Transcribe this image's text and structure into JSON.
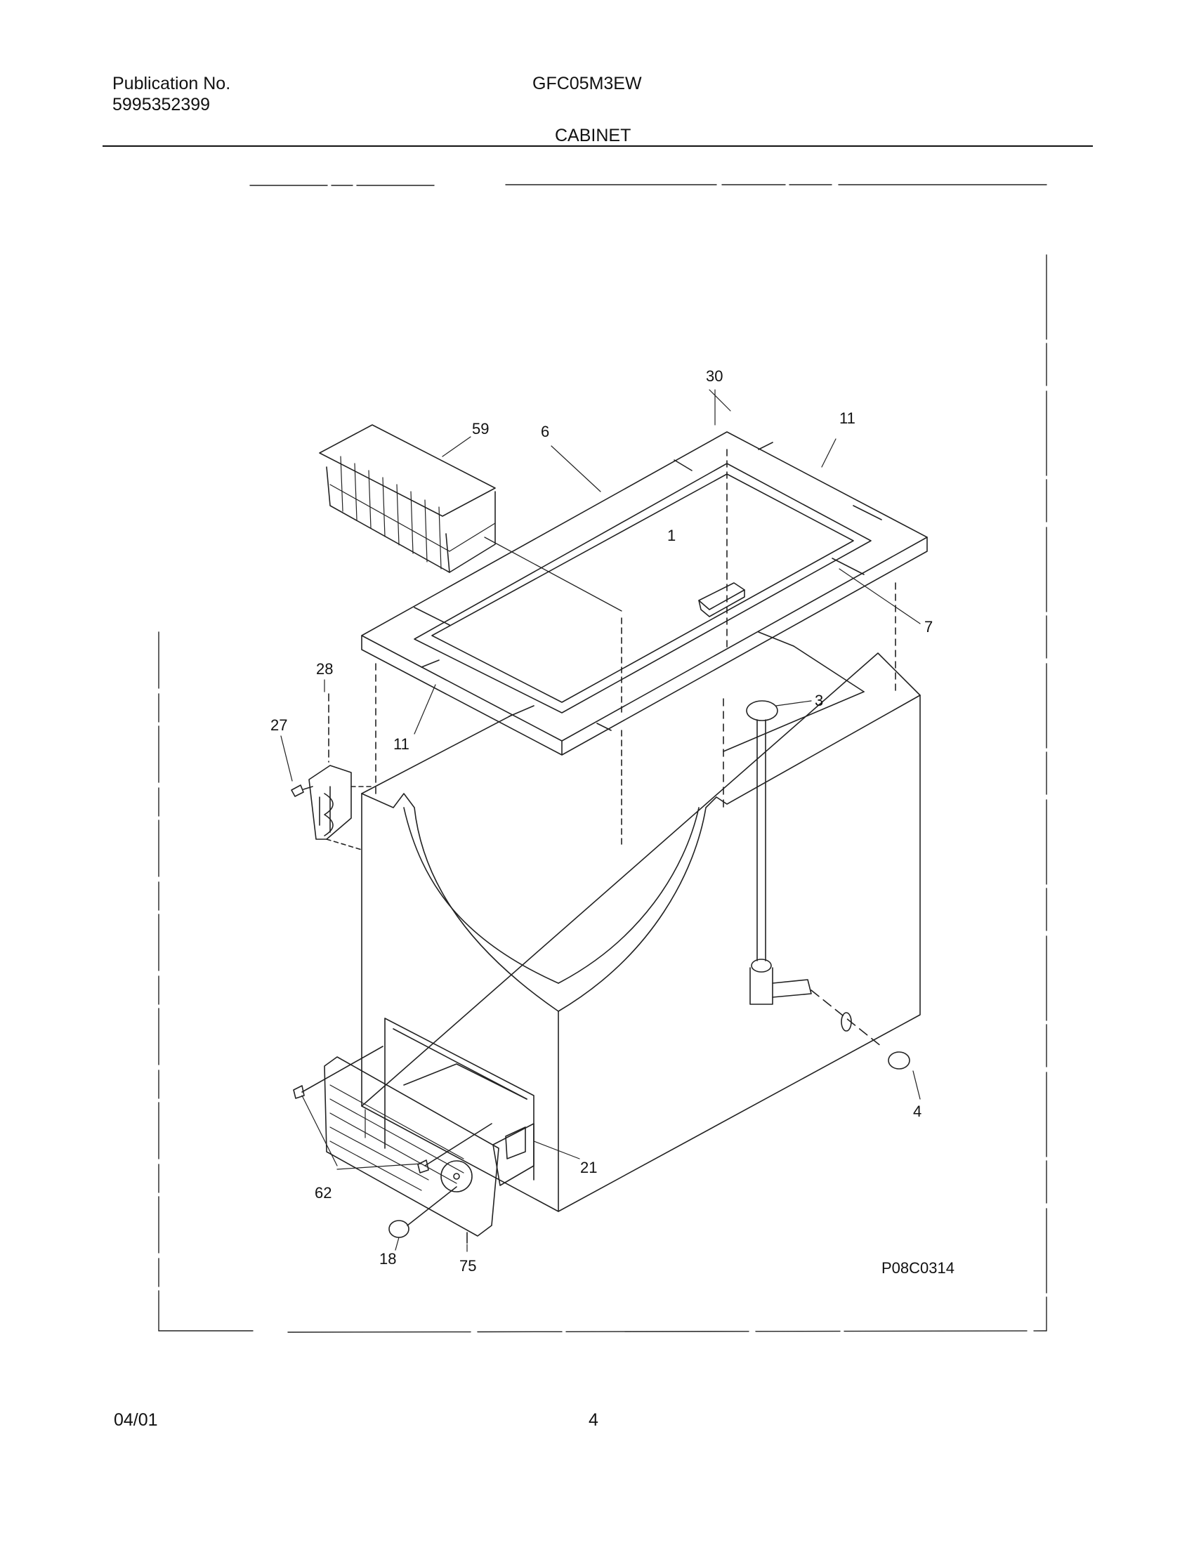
{
  "header": {
    "publication_label": "Publication No.",
    "publication_number": "5995352399",
    "model": "GFC05M3EW",
    "section": "CABINET"
  },
  "diagram": {
    "drawing_id": "P08C0314",
    "callouts": {
      "c1": "1",
      "c3": "3",
      "c4": "4",
      "c6": "6",
      "c7": "7",
      "c11a": "11",
      "c11b": "11",
      "c18": "18",
      "c21": "21",
      "c27": "27",
      "c28": "28",
      "c30": "30",
      "c59": "59",
      "c62": "62",
      "c75": "75"
    }
  },
  "footer": {
    "date": "04/01",
    "page": "4"
  }
}
